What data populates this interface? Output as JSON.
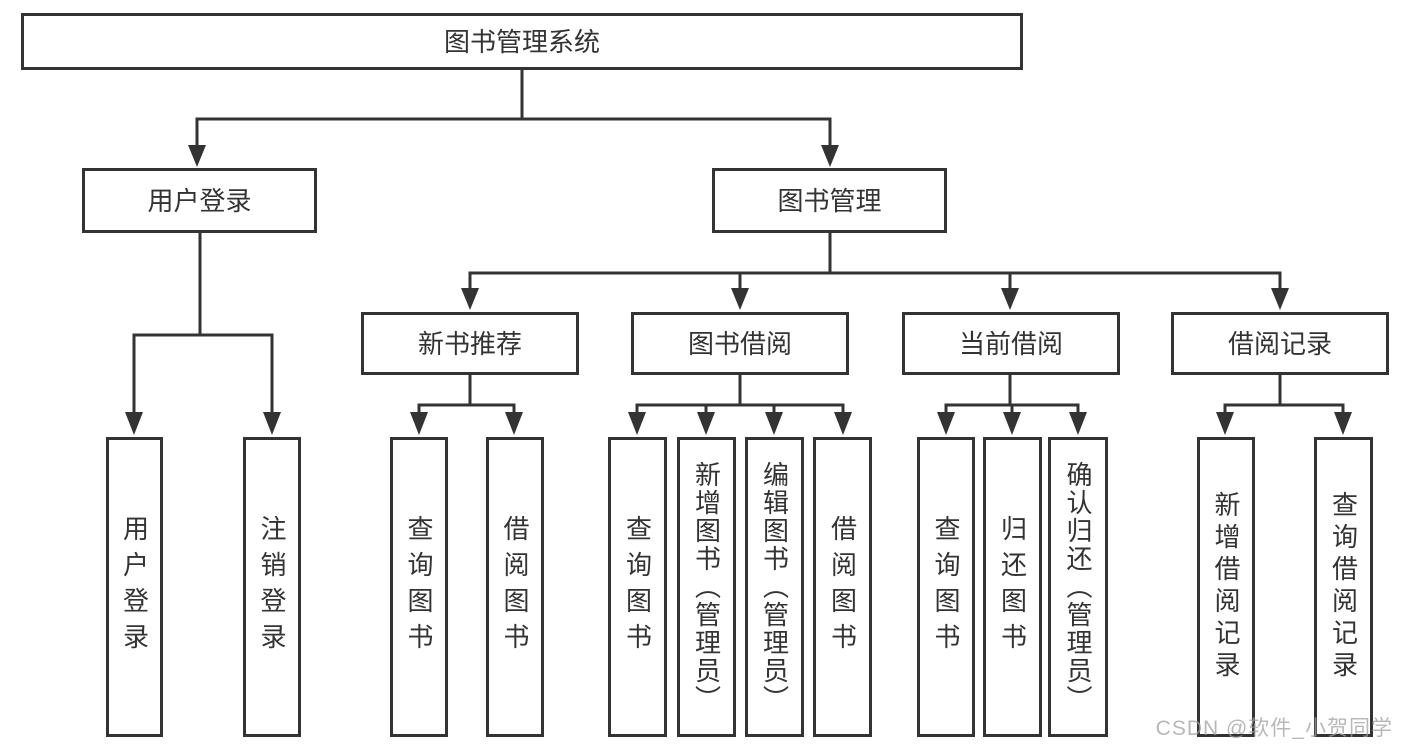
{
  "diagram": {
    "title": "图书管理系统",
    "colors": {
      "line": "#333333",
      "text": "#333333",
      "background": "#ffffff",
      "watermark": "#a0a0a0"
    },
    "tree": {
      "label": "图书管理系统",
      "children": [
        {
          "label": "用户登录",
          "children": [
            {
              "label": "用户登录"
            },
            {
              "label": "注销登录"
            }
          ]
        },
        {
          "label": "图书管理",
          "children": [
            {
              "label": "新书推荐",
              "children": [
                {
                  "label": "查询图书"
                },
                {
                  "label": "借阅图书"
                }
              ]
            },
            {
              "label": "图书借阅",
              "children": [
                {
                  "label": "查询图书"
                },
                {
                  "label": "新增图书（管理员）"
                },
                {
                  "label": "编辑图书（管理员）"
                },
                {
                  "label": "借阅图书"
                }
              ]
            },
            {
              "label": "当前借阅",
              "children": [
                {
                  "label": "查询图书"
                },
                {
                  "label": "归还图书"
                },
                {
                  "label": "确认归还（管理员）"
                }
              ]
            },
            {
              "label": "借阅记录",
              "children": [
                {
                  "label": "新增借阅记录"
                },
                {
                  "label": "查询借阅记录"
                }
              ]
            }
          ]
        }
      ]
    },
    "watermark": "CSDN @软件_小贺同学"
  }
}
